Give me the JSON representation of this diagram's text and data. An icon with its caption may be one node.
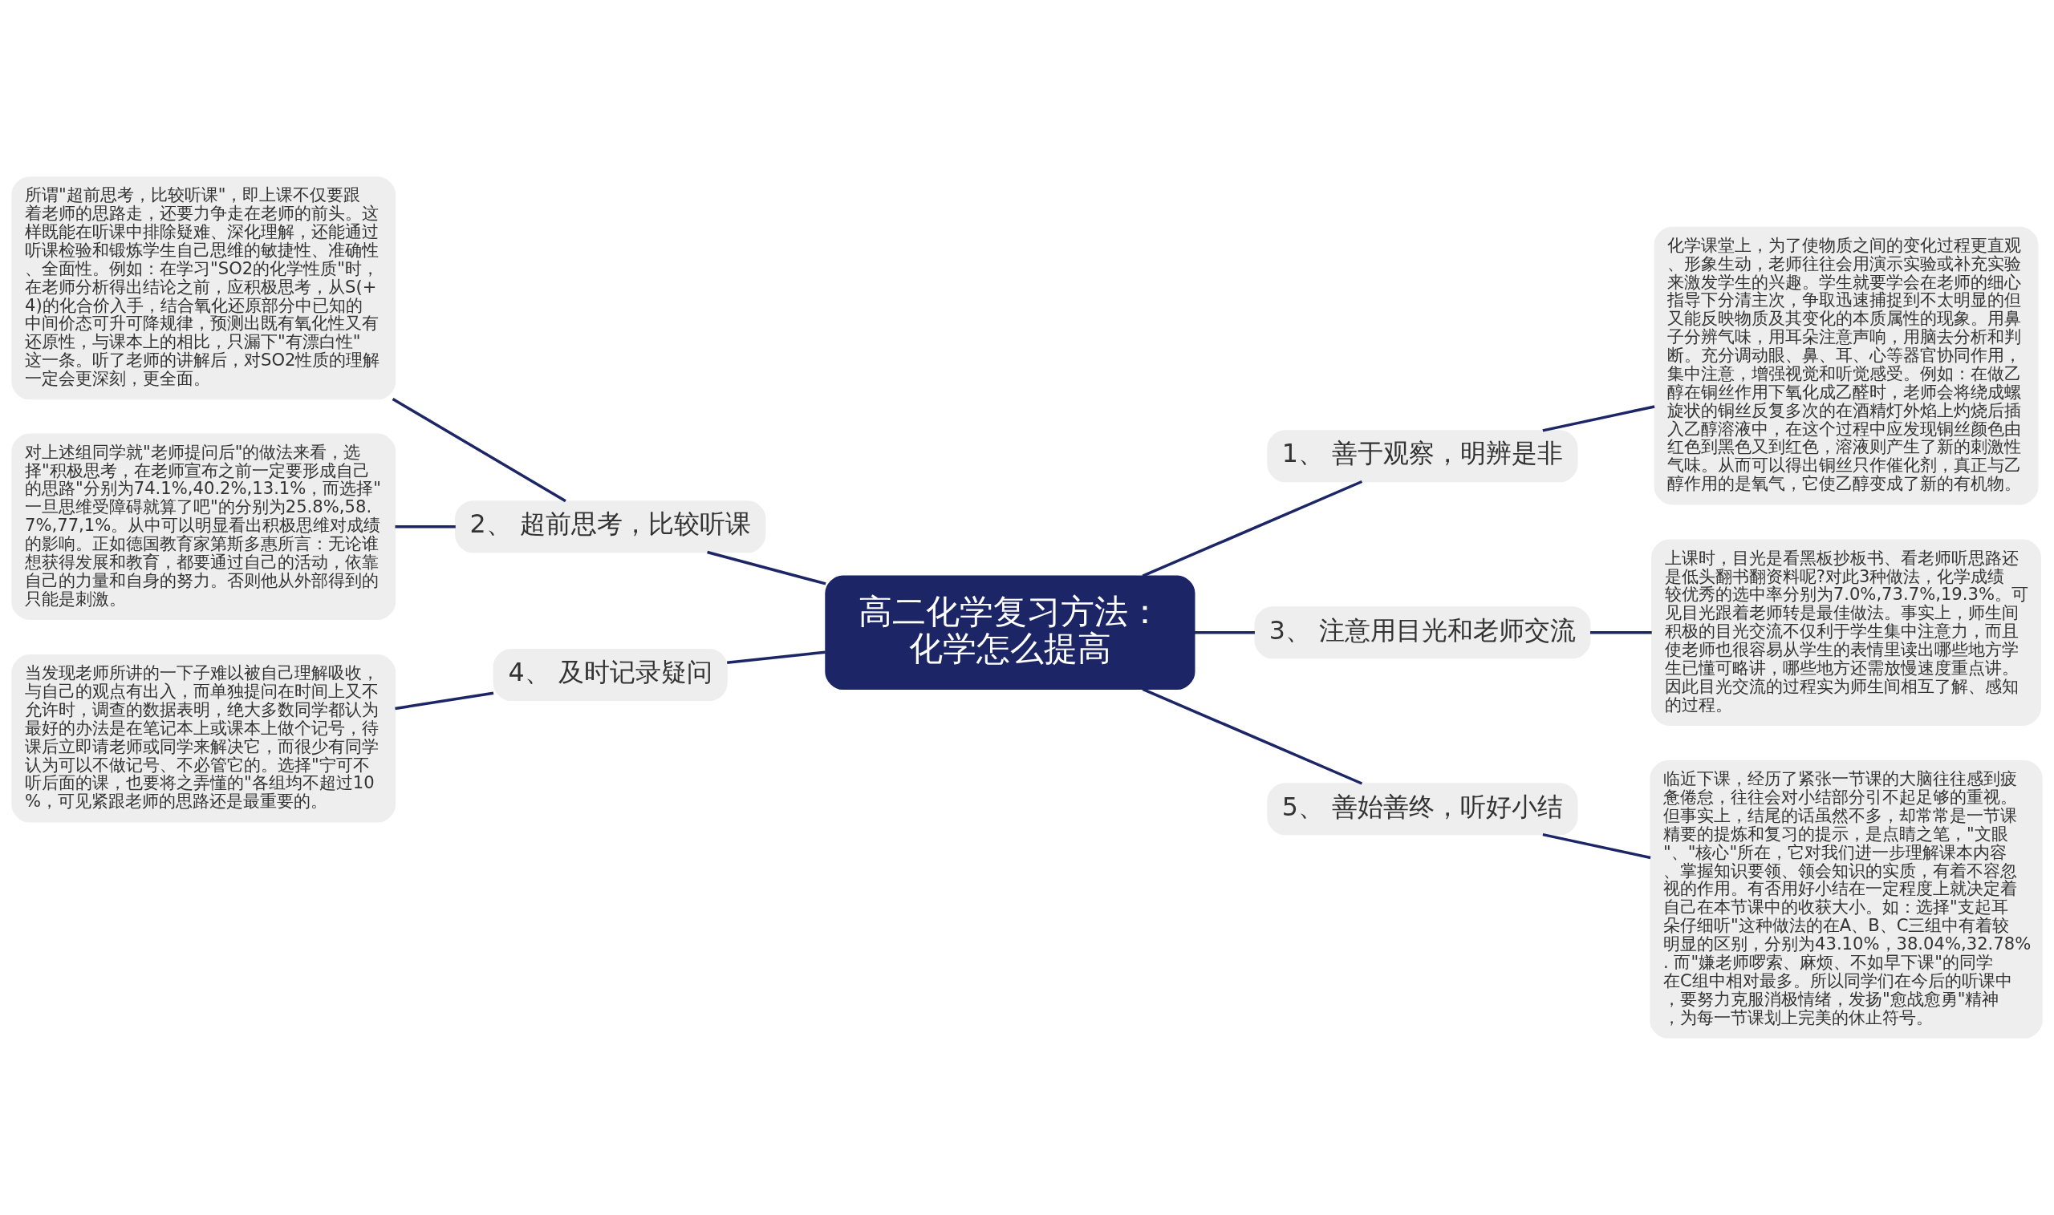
{
  "diagram": {
    "nodes": [
      {
        "text": [
          "高二化学复习方法：化学怎么提高"
        ]
      },
      {
        "text": [
          "1、 善于观察，明辨是非"
        ]
      },
      {
        "text": [
          "化学课堂上，为了使物质之间的变化过程更直观、形象生动，老师往往会用演示实验或补充实验来激发学生的兴趣。学生就要学会在老师的细心指导下分清主次，争取迅速捕捉到不太明显的但又能反映物质及其变化的本质属性的现象。用鼻子分辨气味，用耳朵注意声响，用脑去分析和判断。充分调动眼、鼻、耳、心等器官协同作用，集中注意，增强视觉和听觉感受。例如：在做乙醇在铜丝作用下氧化成乙醛时，老师会将绕成螺旋状的铜丝反复多次的在酒精灯外焰上灼烧后插入乙醇溶液中，在这个过程中应发现铜丝颜色由红色到黑色又到红色，溶液则产生了新的刺激性气味。从而可以得出铜丝只作催化剂，真正与乙醇作用的是氧气，它使乙醇变成了新的有机物。"
        ]
      },
      {
        "text": [
          "2、 超前思考，比较听课"
        ]
      },
      {
        "text": [
          "所谓\"超前思考，比较听课\"，即上课不仅要跟着老师的思路走，还要力争走在老师的前头。这样既能在听课中排除疑难、深化理解，还能通过听课检验和锻炼学生自己思维的敏捷性、准确性、全面性。例如：在学习\"SO2的化学性质\"时，在老师分析得出结论之前，应积极思考，从S(+4)的化合价入手，结合氧化还原部分中已知的中间价态可升可降规律，预测出既有氧化性又有还原性，与课本上的相比，只漏下\"有漂白性\"这一条。听了老师的讲解后，对SO2性质的理解一定会更深刻，更全面。"
        ]
      },
      {
        "text": [
          "对上述组同学就\"老师提问后\"的做法来看，选择\"积极思考，在老师宣布之前一定要形成自己的思路\"分别为74.1%,40.2%,13.1%，而选择\"一旦思维受障碍就算了吧\"的分别为25.8%,58.7%,77,1%。从中可以明显看出积极思维对成绩的影响。正如德国教育家第斯多惠所言：无论谁想获得发展和教育，都要通过自己的活动，依靠自己的力量和自身的努力。否则他从外部得到的只能是刺激。"
        ]
      },
      {
        "text": [
          "3、 注意用目光和老师交流"
        ]
      },
      {
        "text": [
          "上课时，目光是看黑板抄板书、看老师听思路还是低头翻书翻资料呢?对此3种做法，化学成绩较优秀的选中率分别为7.0%,73.7%,19.3%。可见目光跟着老师转是最佳做法。事实上，师生间积极的目光交流不仅利于学生集中注意力，而且使老师也很容易从学生的表情里读出哪些地方学生已懂可略讲，哪些地方还需放慢速度重点讲。因此目光交流的过程实为师生间相互了解、感知的过程。"
        ]
      },
      {
        "text": [
          "4、 及时记录疑问"
        ]
      },
      {
        "text": [
          "当发现老师所讲的一下子难以被自己理解吸收，与自己的观点有出入，而单独提问在时间上又不允许时，调查的数据表明，绝大多数同学都认为最好的办法是在笔记本上或课本上做个记号，待课后立即请老师或同学来解决它，而很少有同学认为可以不做记号、不必管它的。选择\"宁可不听后面的课，也要将之弄懂的\"各组均不超过10%，可见紧跟老师的思路还是最重要的。"
        ]
      },
      {
        "text": [
          "5、 善始善终，听好小结"
        ]
      },
      {
        "text": [
          "临近下课，经历了紧张一节课的大脑往往感到疲惫倦怠，往往会对小结部分引不起足够的重视。但事实上，结尾的话虽然不多，却常常是一节课精要的提炼和复习的提示，是点睛之笔，\"文眼\"、\"核心\"所在，它对我们进一步理解课本内容、掌握知识要领、领会知识的实质，有着不容忽视的作用。有否用好小结在一定程度上就决定着自己在本节课中的收获大小。如：选择\"支起耳朵仔细听\"这种做法的在A、B、C三组中有着较明显的区别，分别为43.10%，38.04%,32.78%. 而\"嫌老师啰索、麻烦、不如早下课\"的同学在C组中相对最多。所以同学们在今后的听课中，要努力克服消极情绪，发扬\"愈战愈勇\"精神，为每一节课划上完美的休止符号。"
        ]
      }
    ],
    "edges": [
      {
        "from": 0,
        "to": 1,
        "arrow": "none"
      },
      {
        "from": 1,
        "to": 2,
        "arrow": "none"
      },
      {
        "from": 0,
        "to": 3,
        "arrow": "none"
      },
      {
        "from": 3,
        "to": 4,
        "arrow": "none"
      },
      {
        "from": 3,
        "to": 5,
        "arrow": "none"
      },
      {
        "from": 0,
        "to": 6,
        "arrow": "none"
      },
      {
        "from": 6,
        "to": 7,
        "arrow": "none"
      },
      {
        "from": 0,
        "to": 8,
        "arrow": "none"
      },
      {
        "from": 8,
        "to": 9,
        "arrow": "none"
      },
      {
        "from": 0,
        "to": 10,
        "arrow": "none"
      },
      {
        "from": 10,
        "to": 11,
        "arrow": "none"
      }
    ]
  }
}
